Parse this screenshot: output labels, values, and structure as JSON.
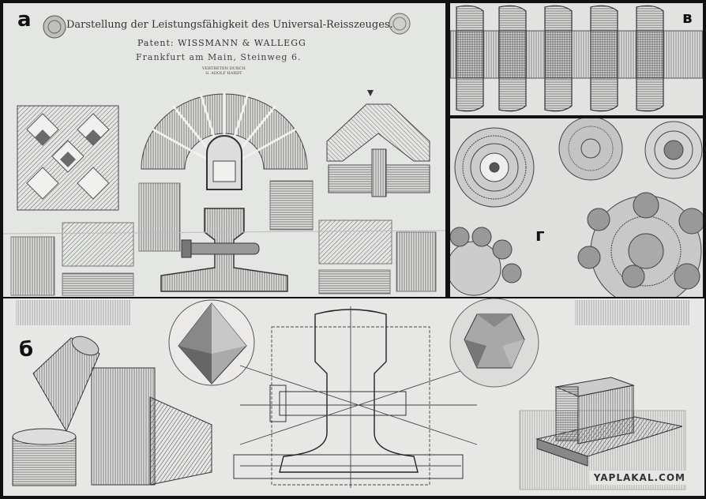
{
  "panels": {
    "a": {
      "label": "а"
    },
    "b": {
      "label": "б"
    },
    "v": {
      "label": "в"
    },
    "g": {
      "label": "г"
    }
  },
  "document": {
    "title": "Darstellung der Leistungsfähigkeit des Universal-Reisszeuges.",
    "patent": "Patent: WISSMANN & WALLEGG",
    "address": "Frankfurt am Main, Steinweg 6.",
    "agent_line1": "VERTRETEN DURCH",
    "agent_line2": "G. ADOLF HARDT"
  },
  "watermark": "YAPLAKAL.COM",
  "colors": {
    "paper": "#e4e6e3",
    "ink": "#2b2b2b",
    "border": "#111111"
  }
}
